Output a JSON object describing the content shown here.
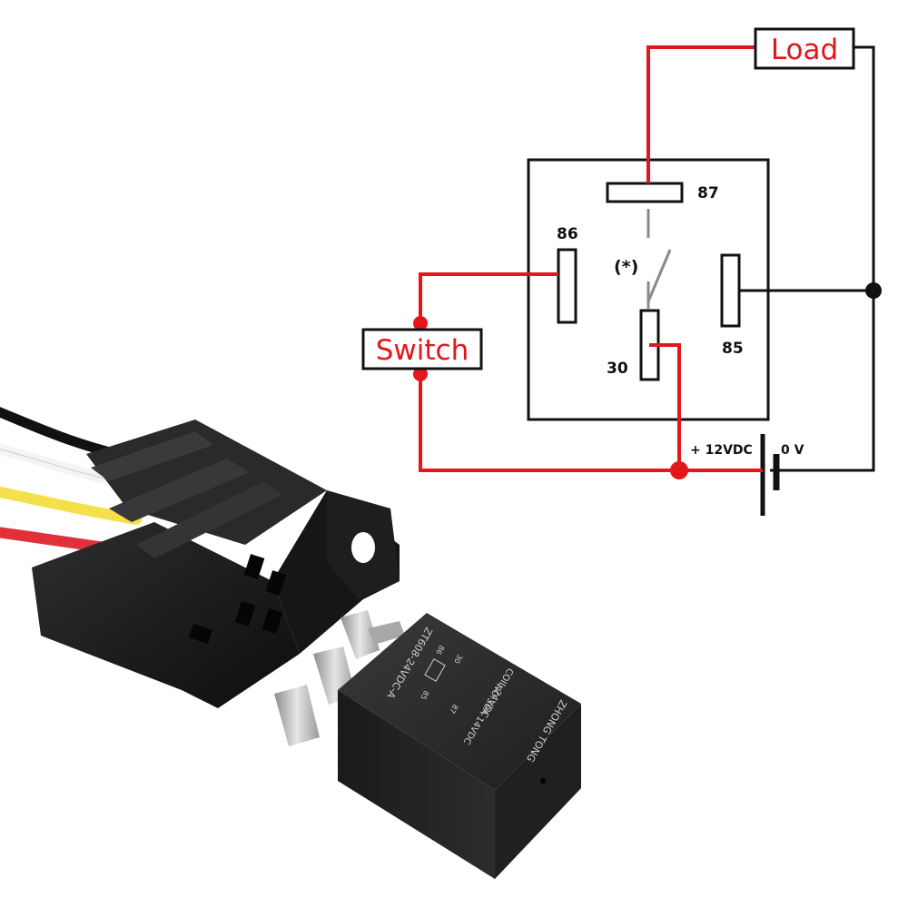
{
  "diagram": {
    "load_label": "Load",
    "switch_label": "Switch",
    "pin_87": "87",
    "pin_86": "86",
    "pin_85": "85",
    "pin_30": "30",
    "contact_note": "(*)",
    "supply_positive": "+ 12VDC",
    "supply_ground": "0 V"
  },
  "relay_markings": {
    "model": "ZT608-24VDC-A",
    "coil": "COIL:24VDC",
    "rating": "NO:30A 14VDC",
    "brand": "ZHONG TONG",
    "pin_30": "30",
    "pin_85": "85",
    "pin_86": "86",
    "pin_87": "87"
  },
  "colors": {
    "wire_hot": "#e3161c",
    "wire_ground": "#111111",
    "label_text": "#e3161c",
    "relay_body": "#2a2a2a",
    "socket_body": "#1c1c1c",
    "terminal": "#c9c9c9"
  }
}
